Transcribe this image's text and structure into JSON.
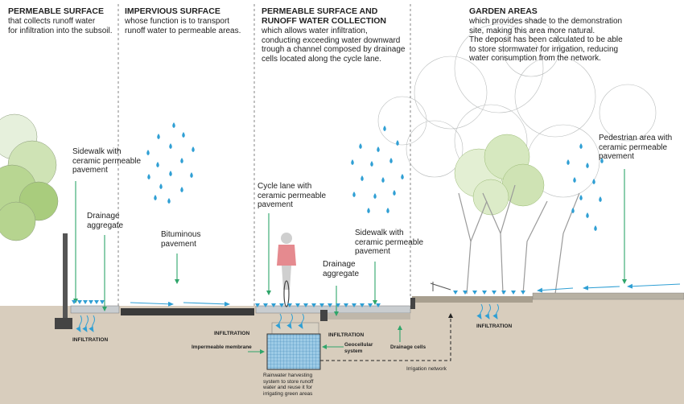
{
  "sections": [
    {
      "title": "PERMEABLE SURFACE",
      "desc": "that collects runoff water\nfor infiltration into the subsoil."
    },
    {
      "title": "IMPERVIOUS SURFACE",
      "desc": "whose function is to transport\nrunoff water to permeable areas."
    },
    {
      "title": "PERMEABLE SURFACE AND\nRUNOFF WATER COLLECTION",
      "desc": "which allows water infiltration,\nconducting exceeding water downward\ntrough a channel composed by drainage\ncells located along the cycle lane."
    },
    {
      "title": "GARDEN AREAS",
      "desc": "which provides shade to the demonstration\nsite, making this area more natural.\nThe deposit has been calculated to be able\nto store stormwater for irrigation, reducing\nwater consumption from the network."
    }
  ],
  "labels": {
    "sidewalk_left": "Sidewalk with\nceramic permeable\npavement",
    "drainage_left": "Drainage\naggregate",
    "bituminous": "Bituminous\npavement",
    "cycle_lane": "Cycle lane with\nceramic permeable\npavement",
    "sidewalk_mid": "Sidewalk with\nceramic permeable\npavement",
    "drainage_mid": "Drainage\naggregate",
    "pedestrian": "Pedestrian area with\nceramic permeable\npavement"
  },
  "small_labels": {
    "infiltration_left": "INFILTRATION",
    "infiltration_a": "INFILTRATION",
    "infiltration_b": "INFILTRATION",
    "infiltration_right": "INFILTRATION",
    "impermeable_membrane": "Impermeable membrane",
    "geocellular": "Geocellular\nsystem",
    "drainage_cells": "Drainage cells",
    "irrigation_network": "Irrigation network",
    "rainwater": "Rainwater harvesting\nsystem to store runoff\nwater and reuse it for\nirrigating green areas"
  },
  "colors": {
    "water": "#2f9fd4",
    "arrow_green": "#2fa56a",
    "soil": "#d8cdbd",
    "asphalt": "#3a3a3a",
    "paver": "#c9cdd0",
    "tree_green": "#a8cc78",
    "tank": "#8fc3e0"
  }
}
